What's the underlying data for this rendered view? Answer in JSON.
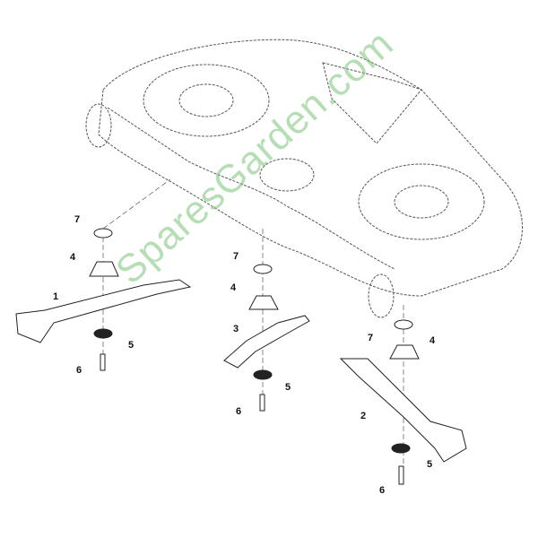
{
  "watermark": "SparesGarden.com",
  "colors": {
    "line": "#333333",
    "deck": "#555555",
    "watermark": "#7cc47a"
  },
  "callouts": {
    "left": {
      "washer": "7",
      "hub": "4",
      "blade": "1",
      "spring_washer": "5",
      "bolt": "6"
    },
    "center": {
      "washer": "7",
      "hub": "4",
      "blade": "3",
      "spring_washer": "5",
      "bolt": "6"
    },
    "right": {
      "washer": "7",
      "hub": "4",
      "blade": "2",
      "spring_washer": "5",
      "bolt": "6"
    }
  }
}
